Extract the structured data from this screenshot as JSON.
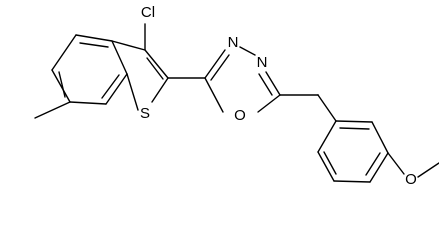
{
  "molecule": {
    "atoms": {
      "cl": "Cl",
      "s": "S",
      "n_top": "N",
      "n_right": "N",
      "o_ring": "O",
      "o_methoxy": "O"
    },
    "colors": {
      "bond": "#000000",
      "label": "#000000",
      "background": "#ffffff"
    }
  }
}
